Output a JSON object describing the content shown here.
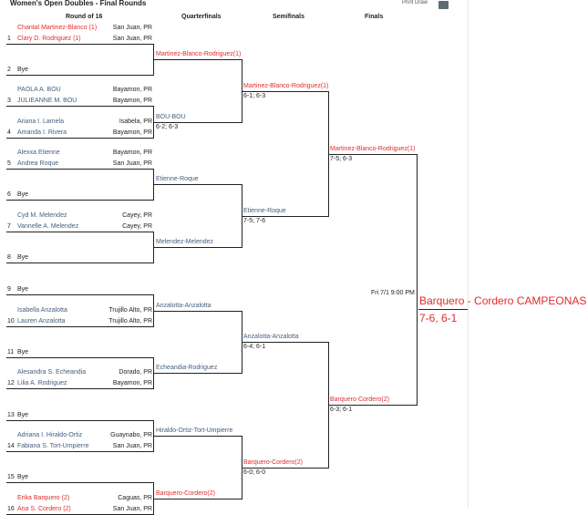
{
  "page": {
    "title": "Women's Open Doubles - Final Rounds",
    "print_label": "Print Draw",
    "print_icon": "printer-icon",
    "accent_red": "#e32b2b",
    "name_blue": "#44607f"
  },
  "rounds": [
    "Round of 16",
    "Quarterfinals",
    "Semifinals",
    "Finals"
  ],
  "draw": [
    {
      "seed": "1",
      "players": [
        {
          "name": "Chantal Martinez-Blanco (1)",
          "loc": "San Juan, PR",
          "color": "red"
        },
        {
          "name": "Clary D. Rodriguez (1)",
          "loc": "San Juan, PR",
          "color": "red"
        }
      ]
    },
    {
      "seed": "2",
      "players": [
        {
          "name": "Bye",
          "loc": "",
          "color": "dark"
        }
      ]
    },
    {
      "seed": "3",
      "players": [
        {
          "name": "PAOLA A. BOU",
          "loc": "Bayamon, PR",
          "color": "blue"
        },
        {
          "name": "JULIEANNE M. BOU",
          "loc": "Bayamon, PR",
          "color": "blue"
        }
      ]
    },
    {
      "seed": "4",
      "players": [
        {
          "name": "Ariana I. Lamela",
          "loc": "Isabela, PR",
          "color": "blue"
        },
        {
          "name": "Amanda I. Rivera",
          "loc": "Bayamon, PR",
          "color": "blue"
        }
      ]
    },
    {
      "seed": "5",
      "players": [
        {
          "name": "Alexxa Etienne",
          "loc": "Bayamon, PR",
          "color": "blue"
        },
        {
          "name": "Andrea Roque",
          "loc": "San Juan, PR",
          "color": "blue"
        }
      ]
    },
    {
      "seed": "6",
      "players": [
        {
          "name": "Bye",
          "loc": "",
          "color": "dark"
        }
      ]
    },
    {
      "seed": "7",
      "players": [
        {
          "name": "Cyd M. Melendez",
          "loc": "Cayey, PR",
          "color": "blue"
        },
        {
          "name": "Vannelle A. Melendez",
          "loc": "Cayey, PR",
          "color": "blue"
        }
      ]
    },
    {
      "seed": "8",
      "players": [
        {
          "name": "Bye",
          "loc": "",
          "color": "dark"
        }
      ]
    },
    {
      "seed": "9",
      "players": [
        {
          "name": "Bye",
          "loc": "",
          "color": "dark"
        }
      ]
    },
    {
      "seed": "10",
      "players": [
        {
          "name": "Isabella Anzalotta",
          "loc": "Trujillo Alto, PR",
          "color": "blue"
        },
        {
          "name": "Lauren Anzalotta",
          "loc": "Trujillo Alto, PR",
          "color": "blue"
        }
      ]
    },
    {
      "seed": "11",
      "players": [
        {
          "name": "Bye",
          "loc": "",
          "color": "dark"
        }
      ]
    },
    {
      "seed": "12",
      "players": [
        {
          "name": "Alesandra S. Echeandia",
          "loc": "Dorado, PR",
          "color": "blue"
        },
        {
          "name": "Lilia A. Rodriguez",
          "loc": "Bayamon, PR",
          "color": "blue"
        }
      ]
    },
    {
      "seed": "13",
      "players": [
        {
          "name": "Bye",
          "loc": "",
          "color": "dark"
        }
      ]
    },
    {
      "seed": "14",
      "players": [
        {
          "name": "Adriana I. Hiraldo-Ortiz",
          "loc": "Guaynabo, PR",
          "color": "blue"
        },
        {
          "name": "Fabiana S. Tort-Umpierre",
          "loc": "San Juan, PR",
          "color": "blue"
        }
      ]
    },
    {
      "seed": "15",
      "players": [
        {
          "name": "Bye",
          "loc": "",
          "color": "dark"
        }
      ]
    },
    {
      "seed": "16",
      "players": [
        {
          "name": "Erika Barquero (2)",
          "loc": "Caguas, PR",
          "color": "red"
        },
        {
          "name": "Ana S. Cordero (2)",
          "loc": "San Juan, PR",
          "color": "red"
        }
      ]
    }
  ],
  "qf": [
    {
      "name": "Martinez-Blanco-Rodriguez(1)",
      "score": "",
      "color": "red"
    },
    {
      "name": "BOU-BOU",
      "score": "6-2; 6-3",
      "color": "blue"
    },
    {
      "name": "Etienne-Roque",
      "score": "",
      "color": "blue"
    },
    {
      "name": "Melendez-Melendez",
      "score": "",
      "color": "blue"
    },
    {
      "name": "Anzalotta-Anzalotta",
      "score": "",
      "color": "blue"
    },
    {
      "name": "Echeandia-Rodriguez",
      "score": "",
      "color": "blue"
    },
    {
      "name": "Hiraldo-Ortiz-Tort-Umpierre",
      "score": "",
      "color": "blue"
    },
    {
      "name": "Barquero-Cordero(2)",
      "score": "",
      "color": "red"
    }
  ],
  "sf": [
    {
      "name": "Martinez-Blanco-Rodriguez(1)",
      "score": "6-1; 6-3",
      "color": "red"
    },
    {
      "name": "Etienne-Roque",
      "score": "7-5; 7-6",
      "color": "blue"
    },
    {
      "name": "Anzalotta-Anzalotta",
      "score": "6-4; 6-1",
      "color": "blue"
    },
    {
      "name": "Barquero-Cordero(2)",
      "score": "6-0; 6-0",
      "color": "red"
    }
  ],
  "f": [
    {
      "name": "Martinez-Blanco-Rodriguez(1)",
      "score": "7-5; 6-3",
      "color": "red"
    },
    {
      "name": "Barquero-Cordero(2)",
      "score": "6-3; 6-1",
      "color": "red"
    }
  ],
  "final_info": "Fri 7/1 9:00 PM",
  "champion": {
    "text": "Barquero - Cordero CAMPEONAS",
    "score": "7-6, 6-1"
  }
}
